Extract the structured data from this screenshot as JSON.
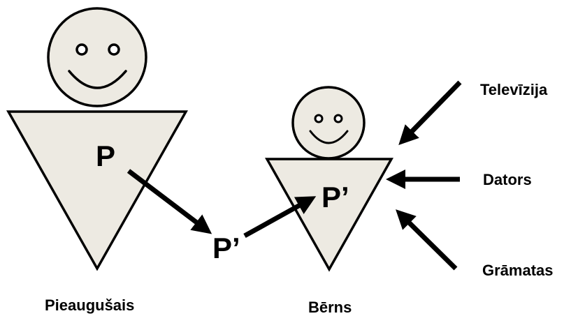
{
  "colors": {
    "background": "#ffffff",
    "shape_fill": "#edeae2",
    "stroke": "#000000"
  },
  "adult": {
    "label": "Pieaugušais",
    "symbol": "P"
  },
  "child": {
    "label": "Bērns",
    "symbol": "P’"
  },
  "transfer": {
    "symbol": "P’"
  },
  "influences": [
    {
      "label": "Televīzija",
      "icon": "arrow-icon"
    },
    {
      "label": "Dators",
      "icon": "arrow-icon"
    },
    {
      "label": "Grāmatas",
      "icon": "arrow-icon"
    }
  ]
}
